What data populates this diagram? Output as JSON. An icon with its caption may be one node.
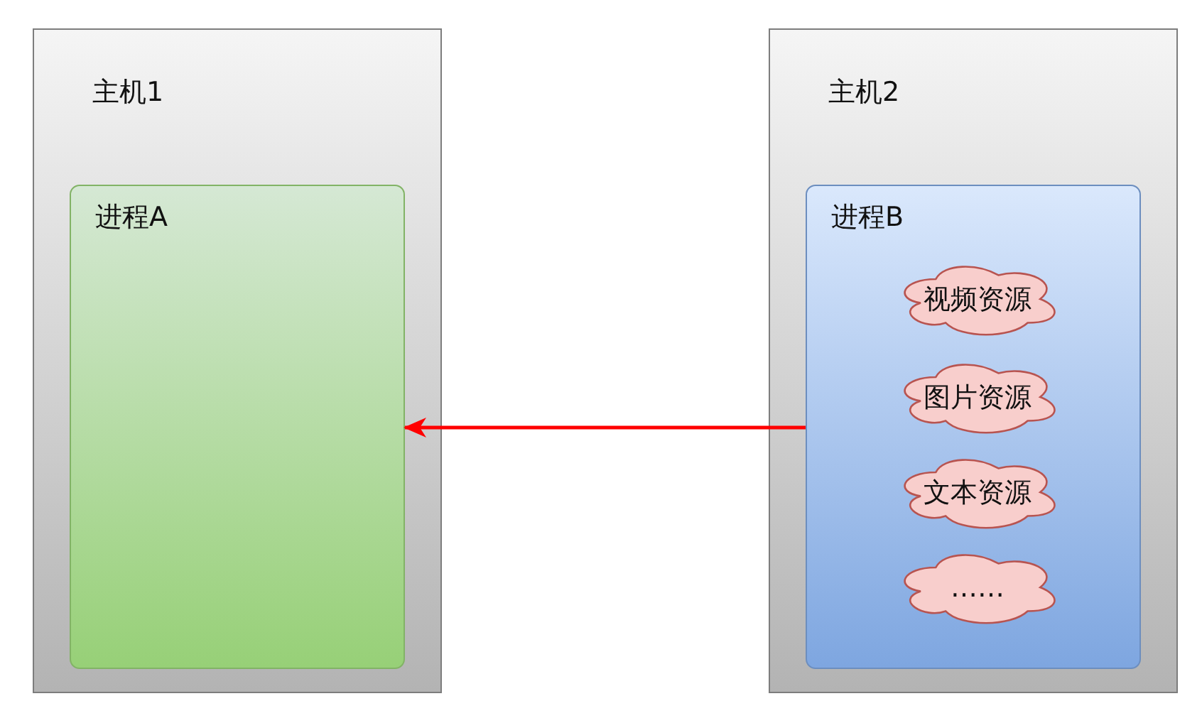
{
  "diagram": {
    "nodes": [
      {
        "text": [
          "主机1"
        ]
      },
      {
        "text": [
          "进程A"
        ],
        "in": 0
      },
      {
        "text": [
          "主机2"
        ]
      },
      {
        "text": [
          "进程B"
        ],
        "in": 2
      },
      {
        "text": [
          "视频资源"
        ],
        "in": 3
      },
      {
        "text": [
          "图片资源"
        ],
        "in": 3
      },
      {
        "text": [
          "文本资源"
        ],
        "in": 3
      },
      {
        "text": [
          "……"
        ],
        "in": 3
      }
    ],
    "edges": [
      {
        "from": 3,
        "to": 1,
        "arrow": "to",
        "color": "#ff0000"
      }
    ]
  }
}
